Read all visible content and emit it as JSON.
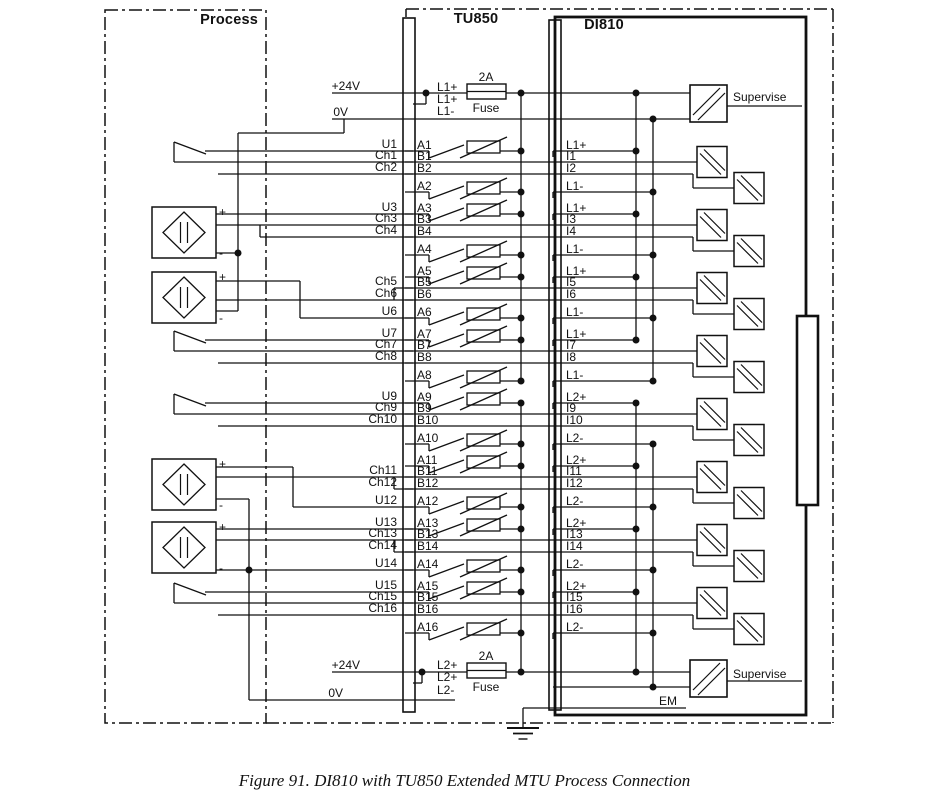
{
  "header": {
    "process": "Process",
    "tu850": "TU850",
    "di810": "DI810"
  },
  "caption": "Figure 91. DI810 with TU850 Extended MTU Process Connection",
  "power_top": {
    "plus24": "+24V",
    "zero": "0V",
    "term1": "L1+",
    "term2": "L1+",
    "term3": "L1-",
    "rating": "2A",
    "fuse": "Fuse",
    "supervise": "Supervise"
  },
  "power_bottom": {
    "plus24": "+24V",
    "zero": "0V",
    "term1": "L2+",
    "term2": "L2+",
    "term3": "L2-",
    "rating": "2A",
    "fuse": "Fuse",
    "supervise": "Supervise",
    "em": "EM"
  },
  "polarity": {
    "plus": "+",
    "minus": "-"
  },
  "channel_groups": [
    {
      "tu_terminals": [
        "A1",
        "B1",
        "B2",
        "A2"
      ],
      "di_terminals": [
        "L1+",
        "I1",
        "I2",
        "L1-"
      ],
      "process_labels": [
        "U1",
        "Ch1",
        "Ch2"
      ],
      "process_device": "dry-contact"
    },
    {
      "tu_terminals": [
        "A3",
        "B3",
        "B4",
        "A4"
      ],
      "di_terminals": [
        "L1+",
        "I3",
        "I4",
        "L1-"
      ],
      "process_labels": [
        "U3",
        "Ch3",
        "Ch4"
      ],
      "process_device": "2-wire-proximity-sensor"
    },
    {
      "tu_terminals": [
        "A5",
        "B5",
        "B6",
        "A6"
      ],
      "di_terminals": [
        "L1+",
        "I5",
        "I6",
        "L1-"
      ],
      "process_labels": [
        "Ch5",
        "Ch6",
        "U6"
      ],
      "process_device": "2-wire-proximity-sensor"
    },
    {
      "tu_terminals": [
        "A7",
        "B7",
        "B8",
        "A8"
      ],
      "di_terminals": [
        "L1+",
        "I7",
        "I8",
        "L1-"
      ],
      "process_labels": [
        "U7",
        "Ch7",
        "Ch8"
      ],
      "process_device": "dry-contact"
    },
    {
      "tu_terminals": [
        "A9",
        "B9",
        "B10",
        "A10"
      ],
      "di_terminals": [
        "L2+",
        "I9",
        "I10",
        "L2-"
      ],
      "process_labels": [
        "U9",
        "Ch9",
        "Ch10"
      ],
      "process_device": "dry-contact"
    },
    {
      "tu_terminals": [
        "A11",
        "B11",
        "B12",
        "A12"
      ],
      "di_terminals": [
        "L2+",
        "I11",
        "I12",
        "L2-"
      ],
      "process_labels": [
        "Ch11",
        "Ch12",
        "U12"
      ],
      "process_device": "2-wire-proximity-sensor"
    },
    {
      "tu_terminals": [
        "A13",
        "B13",
        "B14",
        "A14"
      ],
      "di_terminals": [
        "L2+",
        "I13",
        "I14",
        "L2-"
      ],
      "process_labels": [
        "U13",
        "Ch13",
        "Ch14",
        "U14"
      ],
      "process_device": "2-wire-proximity-sensor"
    },
    {
      "tu_terminals": [
        "A15",
        "B15",
        "B16",
        "A16"
      ],
      "di_terminals": [
        "L2+",
        "I15",
        "I16",
        "L2-"
      ],
      "process_labels": [
        "U15",
        "Ch15",
        "Ch16"
      ],
      "process_device": "dry-contact"
    }
  ],
  "colors": {
    "line": "#111111",
    "background": "#ffffff"
  }
}
